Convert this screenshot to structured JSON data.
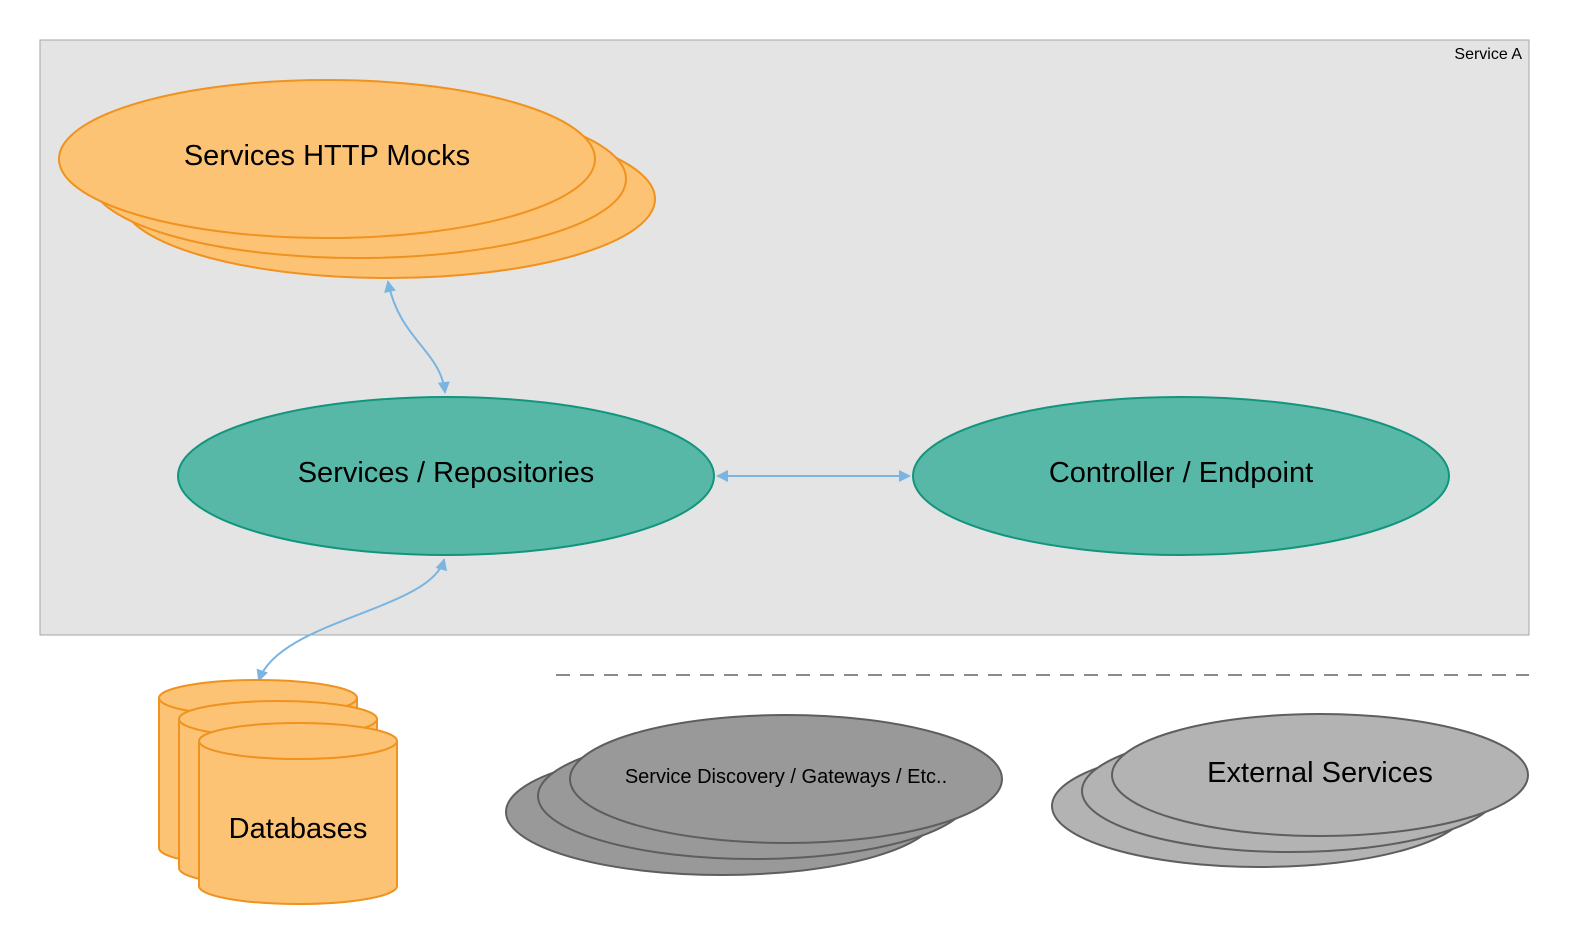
{
  "colors": {
    "background": "#ffffff",
    "container_fill": "#e4e4e4",
    "container_stroke": "#a6a6a6",
    "orange_fill": "#fdc374",
    "orange_stroke": "#f0921f",
    "teal_fill": "#58b8a7",
    "teal_stroke": "#13957d",
    "dark_gray_fill": "#999999",
    "dark_gray_stroke": "#5e5e5e",
    "light_gray_fill": "#b3b3b3",
    "light_gray_stroke": "#5e5e5e",
    "arrow": "#7ab5e1",
    "dashed_line": "#8a8a8a"
  },
  "container": {
    "label": "Service A"
  },
  "nodes": {
    "http_mocks": {
      "label": "Services HTTP Mocks",
      "shape": "stacked-ellipse"
    },
    "services_repositories": {
      "label": "Services / Repositories",
      "shape": "ellipse"
    },
    "controller_endpoint": {
      "label": "Controller / Endpoint",
      "shape": "ellipse"
    },
    "databases": {
      "label": "Databases",
      "shape": "stacked-cylinder"
    },
    "service_discovery": {
      "label": "Service Discovery / Gateways / Etc..",
      "shape": "stacked-ellipse"
    },
    "external_services": {
      "label": "External Services",
      "shape": "stacked-ellipse"
    }
  },
  "edges": [
    {
      "from": "http_mocks",
      "to": "services_repositories",
      "direction": "both"
    },
    {
      "from": "services_repositories",
      "to": "controller_endpoint",
      "direction": "both"
    },
    {
      "from": "services_repositories",
      "to": "databases",
      "direction": "both"
    }
  ]
}
